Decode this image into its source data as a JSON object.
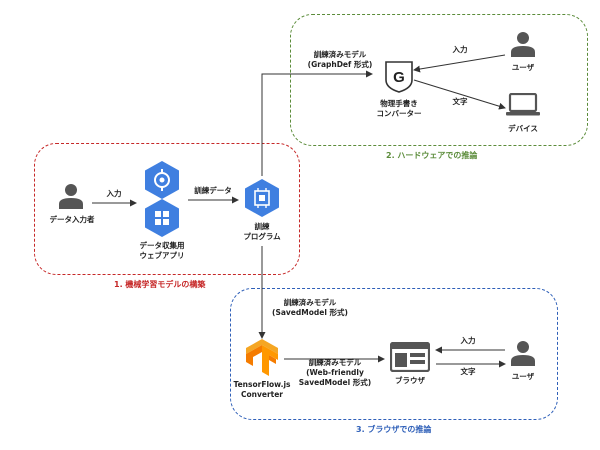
{
  "sections": {
    "training": {
      "caption": "1. 機械学習モデルの構築",
      "color": "#c62828"
    },
    "hardware": {
      "caption": "2. ハードウェアでの推論",
      "color": "#5b8c3a"
    },
    "browser": {
      "caption": "3. ブラウザでの推論",
      "color": "#2e5fb8"
    }
  },
  "nodes": {
    "data_input_user": {
      "label": "データ入力者",
      "icon": "person-icon"
    },
    "data_app": {
      "label1": "データ収集用",
      "label2": "ウェブアプリ",
      "icon": "app-icon"
    },
    "training_program": {
      "label1": "訓練",
      "label2": "プログラム",
      "icon": "chip-icon"
    },
    "converter_hw": {
      "label1": "物理手書き",
      "label2": "コンバーター",
      "icon": "g-icon"
    },
    "hw_user": {
      "label": "ユーザ",
      "icon": "person-icon"
    },
    "device": {
      "label": "デバイス",
      "icon": "laptop-icon"
    },
    "tfjs": {
      "label1": "TensorFlow.js",
      "label2": "Converter",
      "icon": "tensorflow-icon"
    },
    "browser": {
      "label": "ブラウザ",
      "icon": "browser-icon"
    },
    "browser_user": {
      "label": "ユーザ",
      "icon": "person-icon"
    }
  },
  "edges": {
    "input1": "入力",
    "training_data": "訓練データ",
    "graphdef1": "訓練済みモデル",
    "graphdef2": "(GraphDef 形式)",
    "hw_input": "入力",
    "hw_text": "文字",
    "saved1": "訓練済みモデル",
    "saved2": "(SavedModel 形式)",
    "web1": "訓練済みモデル",
    "web2": "(Web-friendly",
    "web3": "SavedModel 形式)",
    "br_input": "入力",
    "br_text": "文字"
  }
}
